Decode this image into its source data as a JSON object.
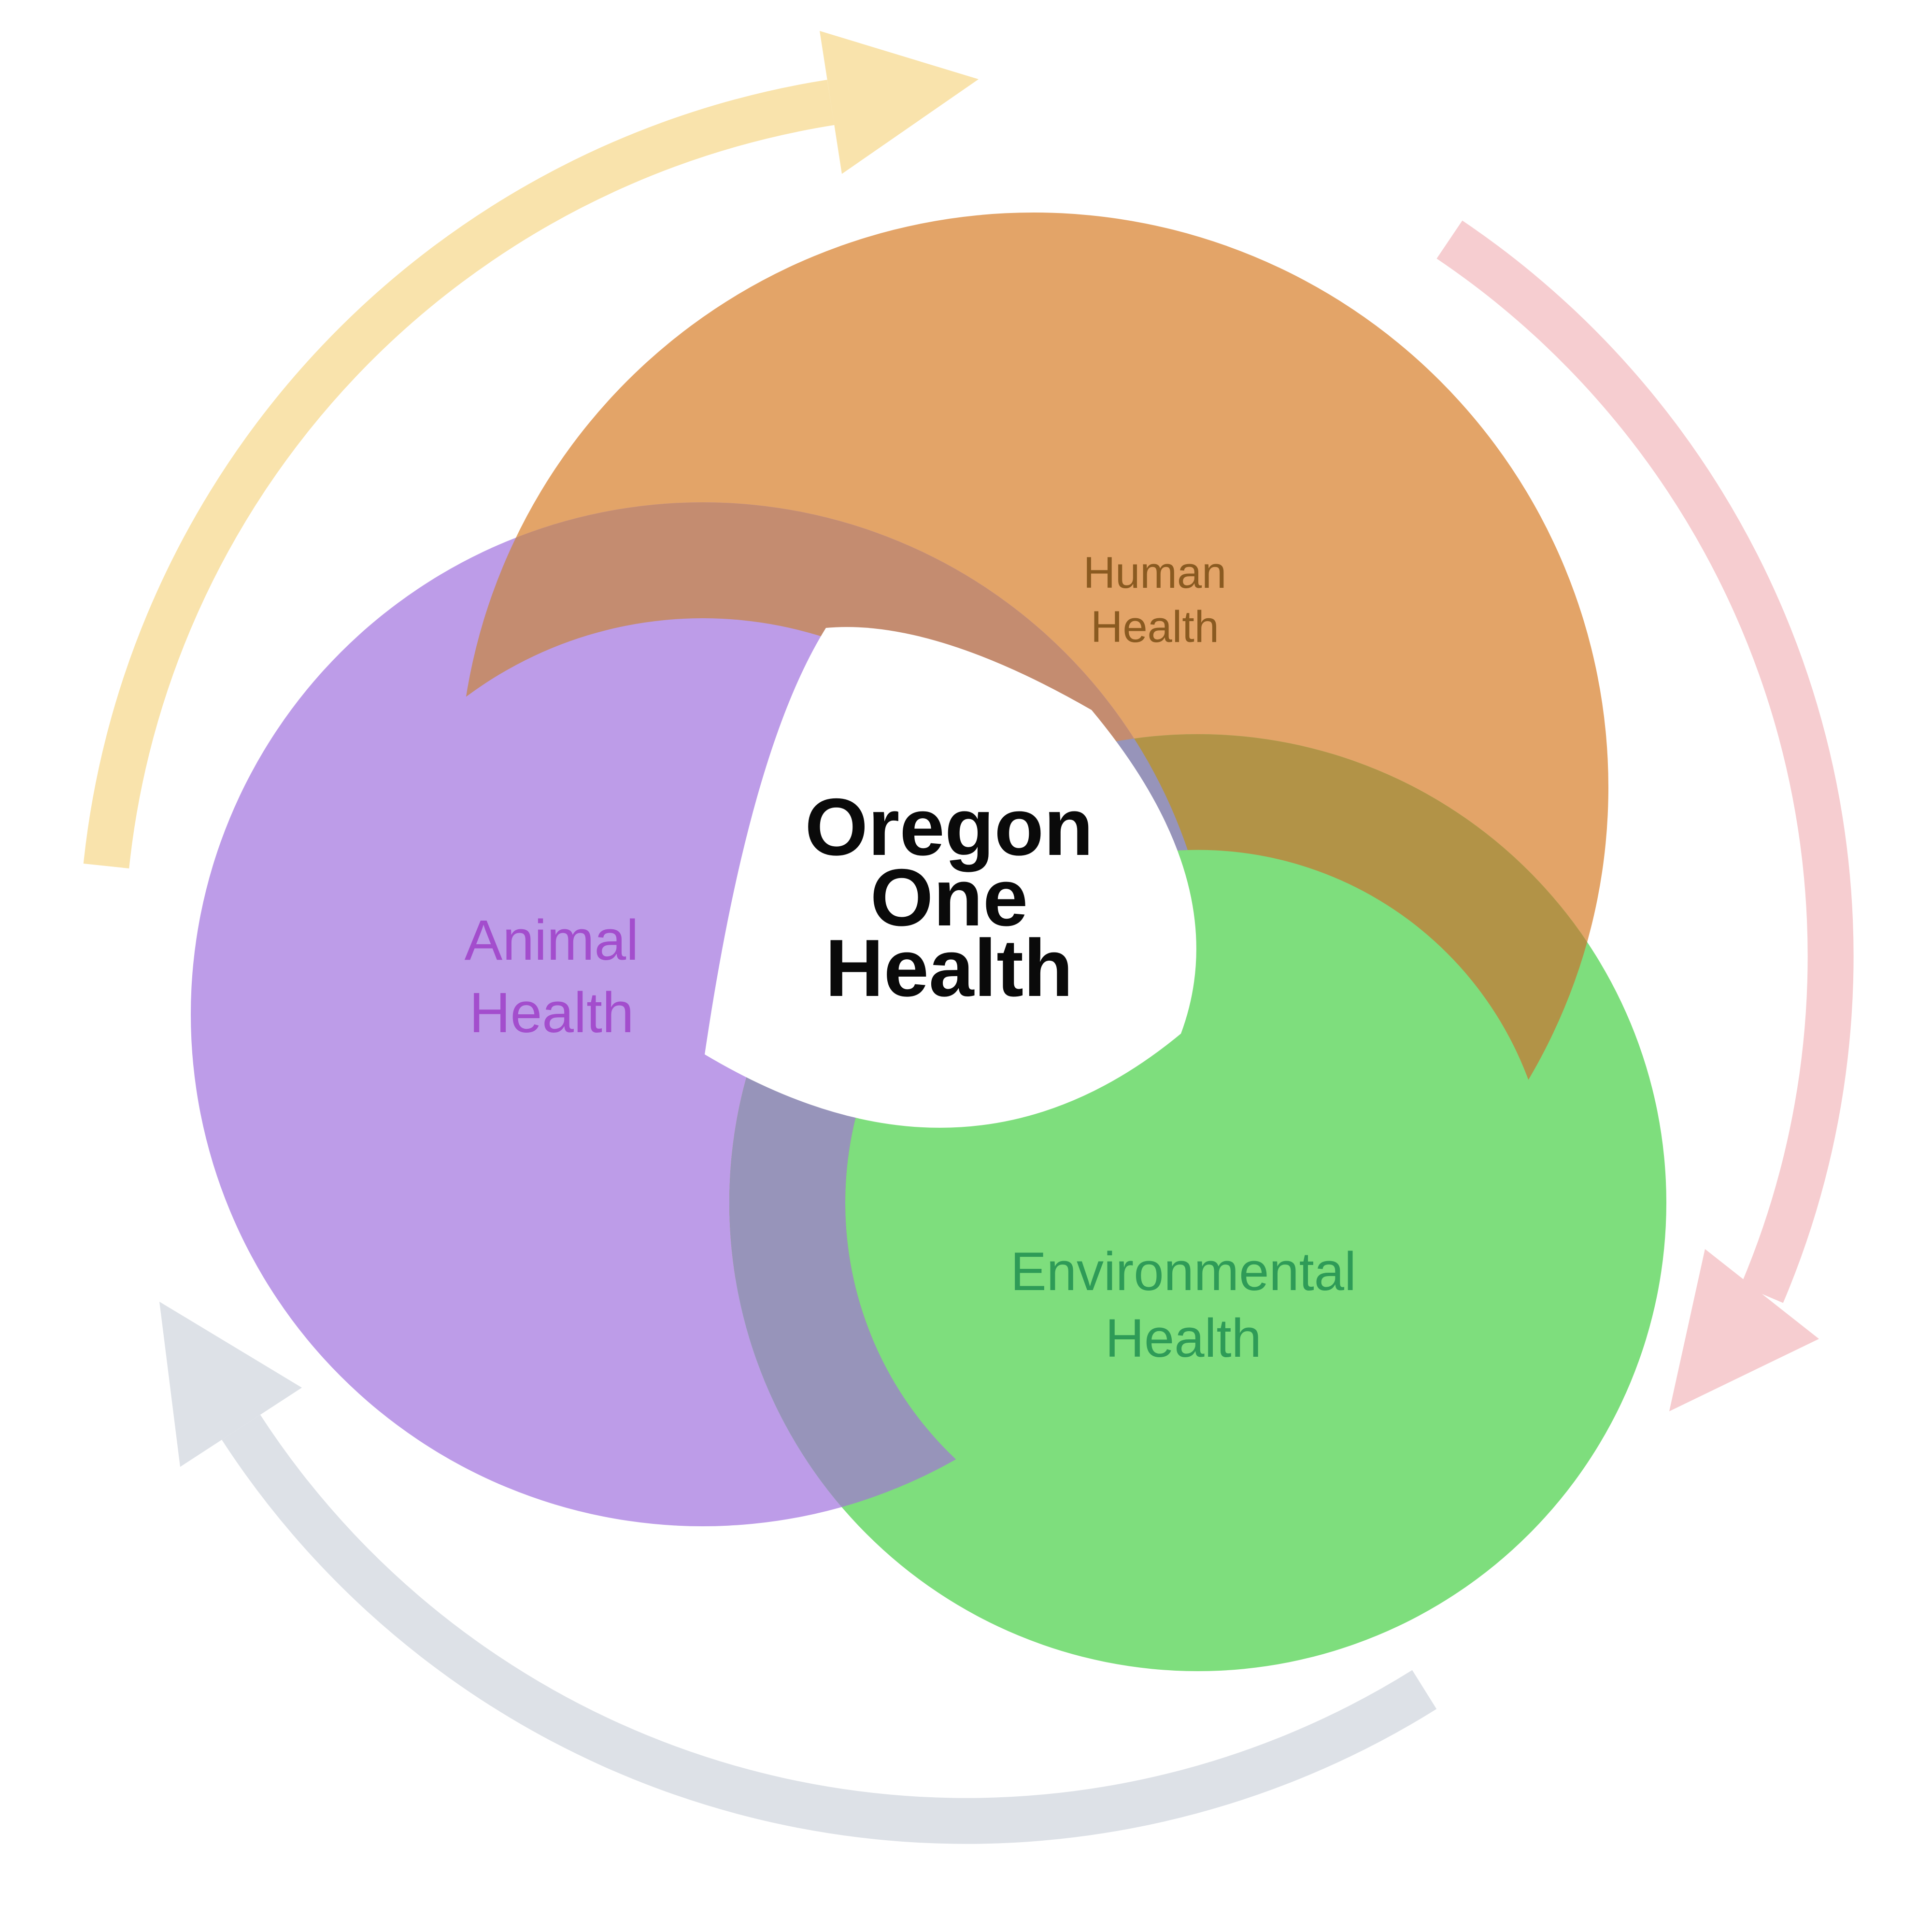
{
  "background": "#FFFFFF",
  "title": {
    "line1": "Oregon",
    "line2": "One",
    "line3": "Health",
    "color": "#0A0A0A"
  },
  "circles": {
    "human": {
      "label_line1": "Human",
      "label_line2": "Health",
      "fill": "#E3A468",
      "label_color": "#8A5A20"
    },
    "animal": {
      "label_line1": "Animal",
      "label_line2": "Health",
      "fill": "#BD9CE8",
      "label_color": "#A34DCD"
    },
    "environment": {
      "label_line1": "Environmental",
      "label_line2": "Health",
      "fill": "#7EDE7D",
      "label_color": "#2E9B57"
    }
  },
  "overlaps": {
    "human_animal": "#C48C70",
    "human_environment": "#B29347",
    "animal_environment": "#9794BA"
  },
  "arrows": {
    "top_left": {
      "color": "#F9E3AC"
    },
    "right": {
      "color": "#F6CDD0"
    },
    "bottom": {
      "color": "#DDE1E7"
    }
  }
}
